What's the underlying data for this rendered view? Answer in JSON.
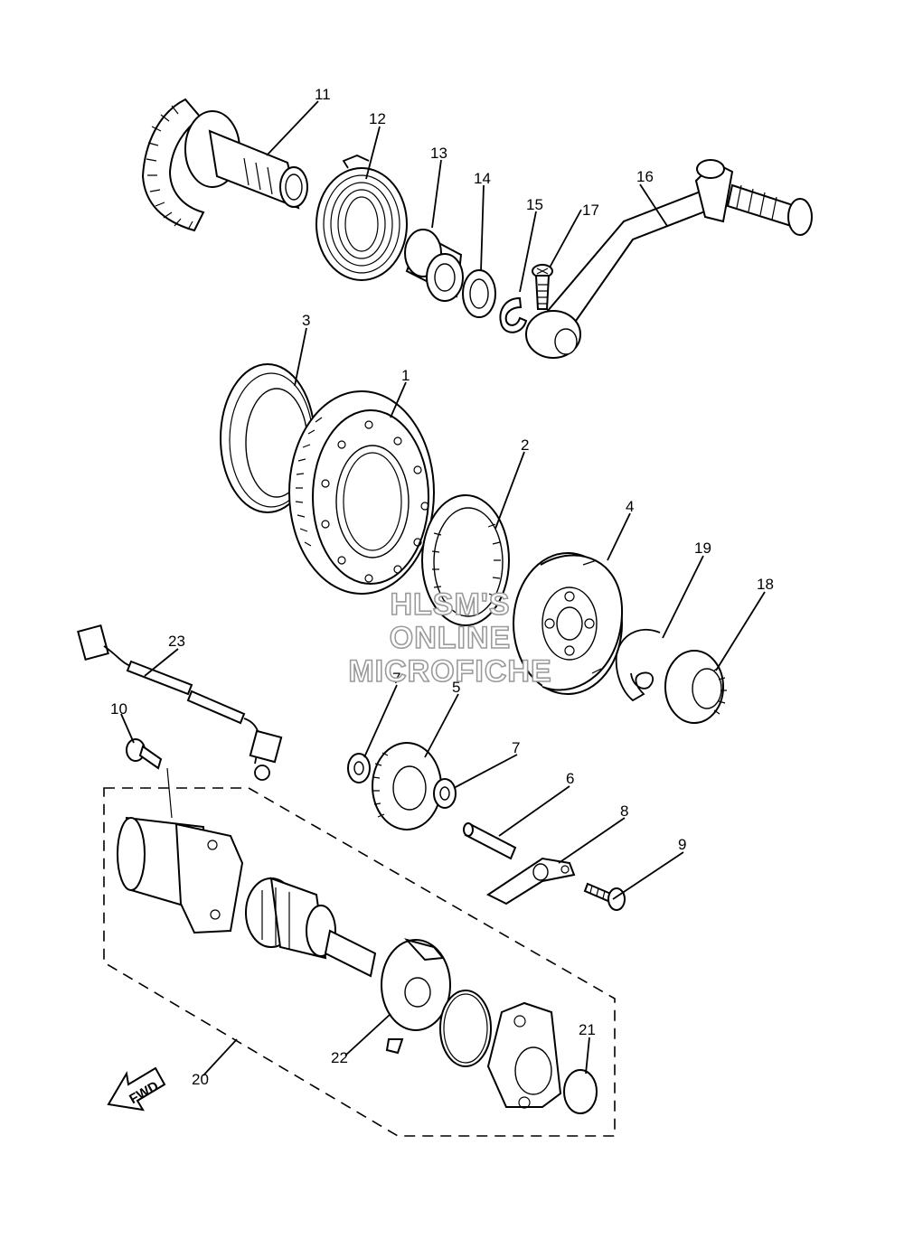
{
  "diagram": {
    "watermark": [
      "HLSM'S",
      "ONLINE",
      "MICROFICHE"
    ],
    "fwd_label": "FWD",
    "callouts": [
      {
        "key": "c11",
        "text": "11"
      },
      {
        "key": "c12",
        "text": "12"
      },
      {
        "key": "c13",
        "text": "13"
      },
      {
        "key": "c14",
        "text": "14"
      },
      {
        "key": "c15",
        "text": "15"
      },
      {
        "key": "c16",
        "text": "16"
      },
      {
        "key": "c17",
        "text": "17"
      },
      {
        "key": "c3",
        "text": "3"
      },
      {
        "key": "c1",
        "text": "1"
      },
      {
        "key": "c2",
        "text": "2"
      },
      {
        "key": "c4",
        "text": "4"
      },
      {
        "key": "c19",
        "text": "19"
      },
      {
        "key": "c18",
        "text": "18"
      },
      {
        "key": "c23",
        "text": "23"
      },
      {
        "key": "c10",
        "text": "10"
      },
      {
        "key": "c7a",
        "text": "7"
      },
      {
        "key": "c5",
        "text": "5"
      },
      {
        "key": "c7b",
        "text": "7"
      },
      {
        "key": "c6",
        "text": "6"
      },
      {
        "key": "c8",
        "text": "8"
      },
      {
        "key": "c9",
        "text": "9"
      },
      {
        "key": "c21",
        "text": "21"
      },
      {
        "key": "c22",
        "text": "22"
      },
      {
        "key": "c20",
        "text": "20"
      }
    ]
  }
}
